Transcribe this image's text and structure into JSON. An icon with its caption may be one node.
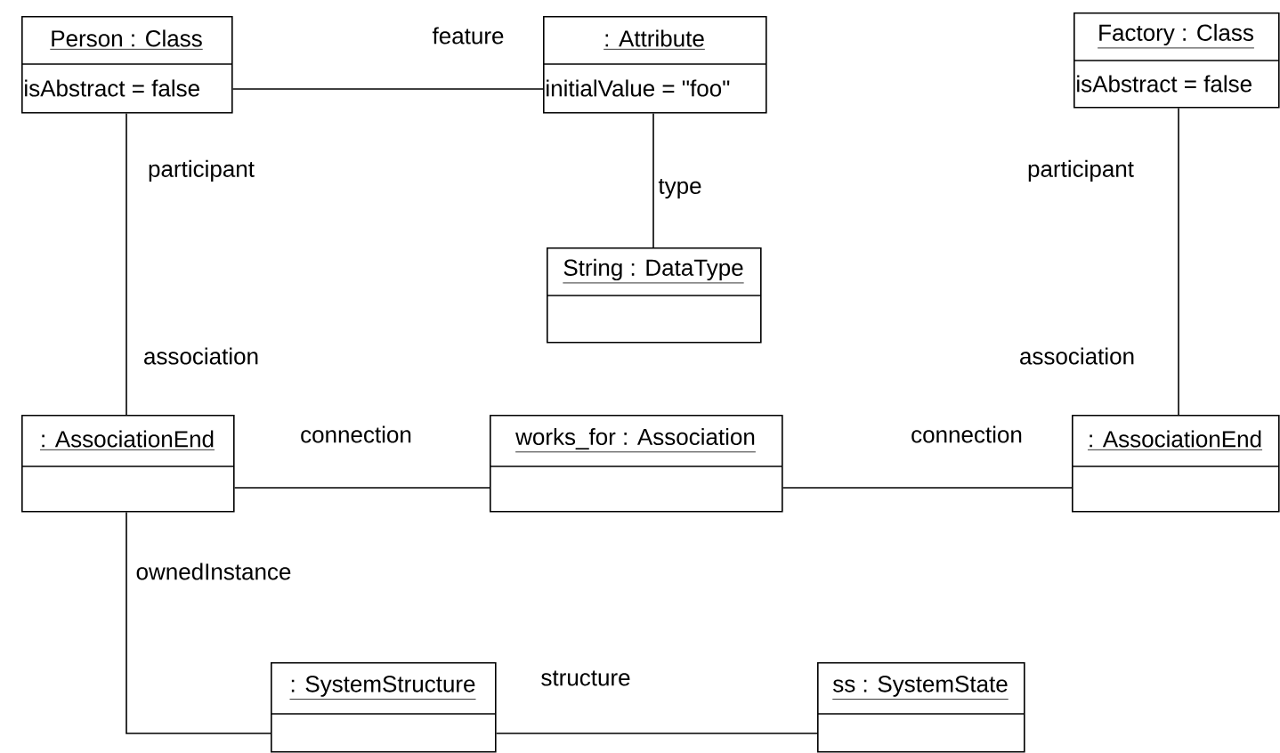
{
  "diagram": {
    "nodes": [
      {
        "text": [
          "Person : Class",
          "isAbstract = false"
        ]
      },
      {
        "text": [
          ": Attribute",
          "initialValue = \"foo\""
        ]
      },
      {
        "text": [
          "String : DataType"
        ]
      },
      {
        "text": [
          "Factory : Class",
          "isAbstract = false"
        ]
      },
      {
        "text": [
          ": AssociationEnd"
        ]
      },
      {
        "text": [
          "works_for : Association"
        ]
      },
      {
        "text": [
          ": AssociationEnd"
        ]
      },
      {
        "text": [
          ": SystemStructure"
        ]
      },
      {
        "text": [
          "ss : SystemState"
        ]
      }
    ],
    "edges": [
      {
        "from": 0,
        "to": 1,
        "arrow": "none"
      },
      {
        "from": 1,
        "to": 2,
        "arrow": "none"
      },
      {
        "from": 0,
        "to": 4,
        "arrow": "none"
      },
      {
        "from": 3,
        "to": 6,
        "arrow": "none"
      },
      {
        "from": 4,
        "to": 5,
        "arrow": "none"
      },
      {
        "from": 5,
        "to": 6,
        "arrow": "none"
      },
      {
        "from": 4,
        "to": 7,
        "arrow": "none"
      },
      {
        "from": 7,
        "to": 8,
        "arrow": "none"
      }
    ],
    "labels": [
      "feature",
      "participant",
      "participant",
      "type",
      "association",
      "association",
      "connection",
      "connection",
      "ownedInstance",
      "structure"
    ]
  }
}
